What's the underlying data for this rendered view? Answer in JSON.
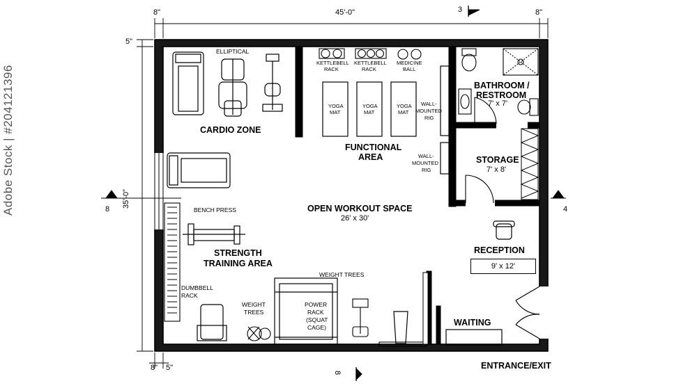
{
  "watermark": "Adobe Stock | #204121396",
  "dimensions": {
    "top_left": "8\"",
    "top_total": "45'-0\"",
    "top_right": "8\"",
    "left_top": "5\"",
    "left_total": "35'-0\"",
    "bottom_left_a": "8\"",
    "bottom_left_b": "5\""
  },
  "section_markers": {
    "top": "3",
    "left": "8",
    "right": "4",
    "bottom": "8"
  },
  "zones": {
    "cardio": "CARDIO ZONE",
    "functional_line1": "FUNCTIONAL",
    "functional_line2": "AREA",
    "open_workout": "OPEN WORKOUT SPACE",
    "open_workout_size": "26' x 30'",
    "strength_line1": "STRENGTH",
    "strength_line2": "TRAINING AREA",
    "bathroom_line1": "BATHROOM /",
    "bathroom_line2": "RESTROOM",
    "bathroom_size": "7' x 7'",
    "storage": "STORAGE",
    "storage_size": "7' x 8'",
    "reception": "RECEPTION",
    "reception_size": "9' x 12'",
    "waiting": "WAITING",
    "entrance": "ENTRANCE/EXIT"
  },
  "equipment": {
    "elliptical": "ELLIPTICAL",
    "kettlebell_rack_1a": "KETTLEBELL",
    "kettlebell_rack_1b": "RACK",
    "kettlebell_rack_2a": "KETTLEBELL",
    "kettlebell_rack_2b": "RACK",
    "medicine_ball_a": "MEDICINE",
    "medicine_ball_b": "BALL",
    "yoga_mat_a": "YOGA",
    "yoga_mat_b": "MAT",
    "wall_rig_1a": "WALL-",
    "wall_rig_1b": "MOUNTED",
    "wall_rig_1c": "RIG",
    "wall_rig_2a": "WALL-",
    "wall_rig_2b": "MOUNTED",
    "wall_rig_2c": "RIG",
    "bench_press": "BENCH PRESS",
    "dumbbell_rack_a": "DUMBBELL",
    "dumbbell_rack_b": "RACK",
    "weight_trees_top": "WEIGHT TREES",
    "weight_trees_a": "WEIGHT",
    "weight_trees_b": "TREES",
    "power_rack_a": "POWER",
    "power_rack_b": "RACK",
    "power_rack_c": "(SQUAT",
    "power_rack_d": "CAGE)"
  }
}
